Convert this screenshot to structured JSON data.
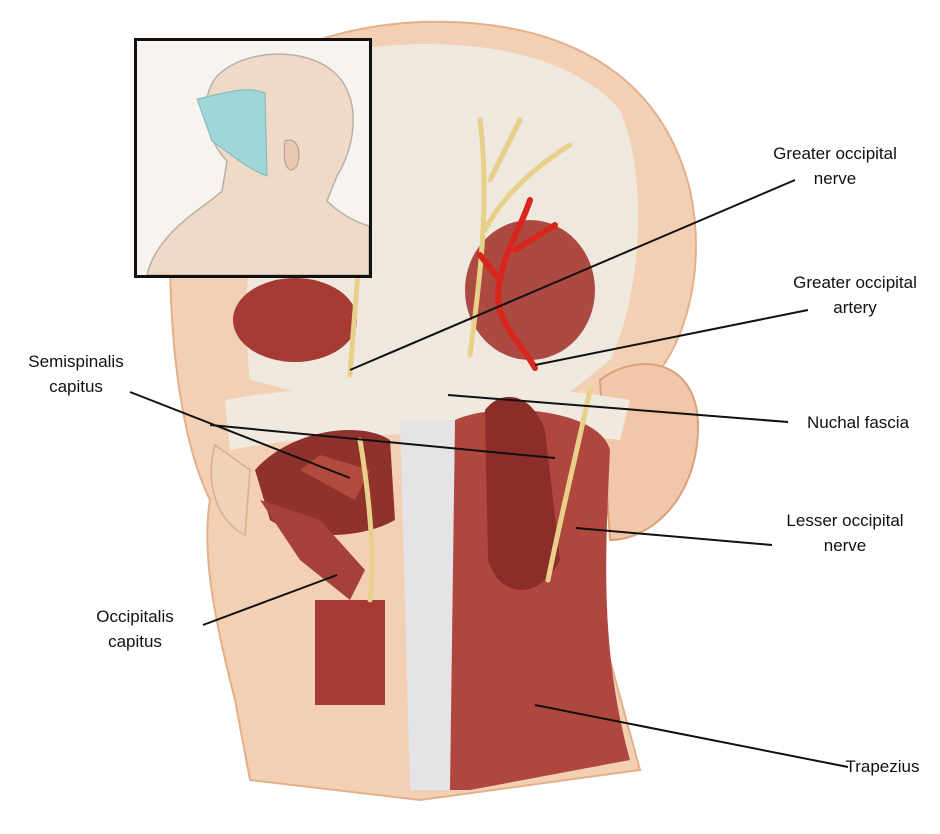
{
  "labels": {
    "greater_occipital_nerve": [
      "Greater occipital",
      "nerve"
    ],
    "greater_occipital_artery": [
      "Greater occipital",
      "artery"
    ],
    "semispinalis_capitus": [
      "Semispinalis",
      "capitus"
    ],
    "nuchal_fascia": [
      "Nuchal fascia"
    ],
    "lesser_occipital_nerve": [
      "Lesser occipital",
      "nerve"
    ],
    "occipitalis_capitus": [
      "Occipitalis",
      "capitus"
    ],
    "trapezius": [
      "Trapezius"
    ]
  },
  "colors": {
    "skin": "#f3cfb4",
    "muscle": "#a63b33",
    "muscle_dark": "#7e2a26",
    "nerve": "#e9d08a",
    "artery": "#d8261c",
    "fascia": "#eeeae3",
    "inset_region": "#9fd6d8",
    "leader": "#111111"
  }
}
